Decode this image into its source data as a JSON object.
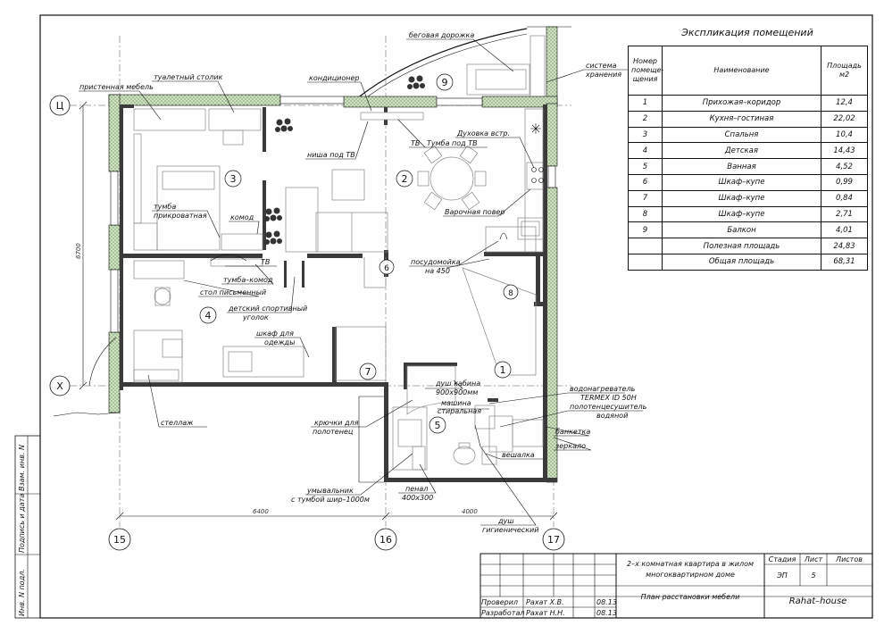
{
  "explication": {
    "title": "Экспликация помещений",
    "headers": {
      "num": "Номер помеще-щения",
      "name": "Наименование",
      "area": "Площадь м2"
    },
    "rows": [
      {
        "num": "1",
        "name": "Прихожая–коридор",
        "area": "12,4"
      },
      {
        "num": "2",
        "name": "Кухня–гостиная",
        "area": "22,02"
      },
      {
        "num": "3",
        "name": "Спальня",
        "area": "10,4"
      },
      {
        "num": "4",
        "name": "Детская",
        "area": "14,43"
      },
      {
        "num": "5",
        "name": "Ванная",
        "area": "4,52"
      },
      {
        "num": "6",
        "name": "Шкаф–купе",
        "area": "0,99"
      },
      {
        "num": "7",
        "name": "Шкаф–купе",
        "area": "0,84"
      },
      {
        "num": "8",
        "name": "Шкаф–купе",
        "area": "2,71"
      },
      {
        "num": "9",
        "name": "Балкон",
        "area": "4,01"
      },
      {
        "num": "",
        "name": "Полезная площадь",
        "area": "24,83"
      },
      {
        "num": "",
        "name": "Общая площадь",
        "area": "68,31"
      }
    ]
  },
  "axes": {
    "top": "Ц",
    "bottom": "Х",
    "left": "15",
    "middle": "16",
    "right": "17"
  },
  "dimensions": {
    "left_span": "6400",
    "right_span": "4000",
    "height": "6700"
  },
  "rooms": {
    "r1": "1",
    "r2": "2",
    "r3": "3",
    "r4": "4",
    "r5": "5",
    "r6": "6",
    "r7": "7",
    "r8": "8",
    "r9": "9"
  },
  "labels": {
    "treadmill": "беговая дорожка",
    "storage_l1": "система",
    "storage_l2": "хранения",
    "vanity": "туалетный столик",
    "wall_furniture": "пристенная мебель",
    "aircon": "кондиционер",
    "oven": "Духовка встр.",
    "tv_niche": "ниша под ТВ",
    "tv1": "ТВ",
    "tv_stand": "Тумба под ТВ",
    "hob": "Варочная повер",
    "nightstand_l1": "тумба",
    "nightstand_l2": "прикроватная",
    "dresser": "комод",
    "tv2": "ТВ",
    "dishwasher_l1": "посудомойка",
    "dishwasher_l2": "на 450",
    "cabinet_dresser": "тумба–комод",
    "desk": "стол письменный",
    "sports_l1": "детский спортивный",
    "sports_l2": "уголок",
    "wardrobe_l1": "шкаф для",
    "wardrobe_l2": "одежды",
    "shower_l1": "душ кабина",
    "shower_l2": "900х900мм",
    "washer_l1": "машина",
    "washer_l2": "стиральная",
    "heater_l1": "водонагреватель",
    "heater_l2": "TERMEX ID 50H",
    "towel_dryer_l1": "полотенцесушитель",
    "towel_dryer_l2": "водяной",
    "hooks_l1": "крючки для",
    "hooks_l2": "полотенец",
    "bench": "банкетка",
    "mirror": "зеркало",
    "hanger": "вешалка",
    "shelving": "стеллаж",
    "sink_l1": "умывальник",
    "sink_l2": "с тумбой шир–1000м",
    "case_l1": "пенал",
    "case_l2": "400х300",
    "shower_head_l1": "душ",
    "shower_head_l2": "гигиенический"
  },
  "side_stamp": [
    "Инв. N подл.",
    "Подпись и дата",
    "Взам. инв. N"
  ],
  "title_block": {
    "project_l1": "2–х комнатная квартира в жилом",
    "project_l2": "многоквартирном доме",
    "sheet_title": "План расстановки мебели",
    "stage_h": "Стадия",
    "sheet_h": "Лист",
    "sheets_h": "Листов",
    "stage": "ЭП",
    "sheet": "5",
    "company": "Rahat–house",
    "checked_role": "Проверил",
    "checked_name": "Рахат Х.В.",
    "checked_date": "08.13",
    "developed_role": "Разработал",
    "developed_name": "Рахат Н.Н.",
    "developed_date": "08.13"
  }
}
